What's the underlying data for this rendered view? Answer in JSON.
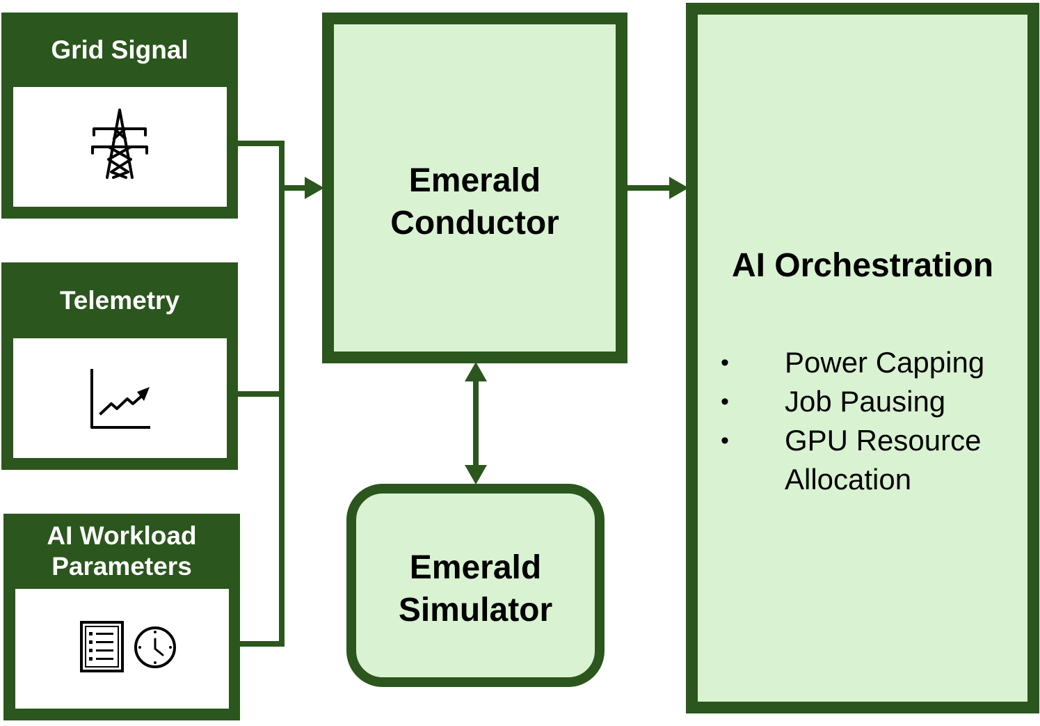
{
  "inputs": {
    "grid": {
      "title": "Grid Signal",
      "icon": "transmission-tower-icon"
    },
    "telemetry": {
      "title": "Telemetry",
      "icon": "trending-chart-icon"
    },
    "workload": {
      "title": "AI Workload\nParameters",
      "icons": [
        "checklist-document-icon",
        "clock-icon"
      ]
    }
  },
  "conductor": {
    "title": "Emerald\nConductor"
  },
  "simulator": {
    "title": "Emerald\nSimulator"
  },
  "orchestration": {
    "title": "AI Orchestration",
    "items": [
      "Power Capping",
      "Job Pausing",
      "GPU Resource Allocation"
    ]
  },
  "colors": {
    "dark_green": "#2b561d",
    "light_green": "#d9f2d2",
    "white": "#ffffff",
    "text": "#000000"
  }
}
